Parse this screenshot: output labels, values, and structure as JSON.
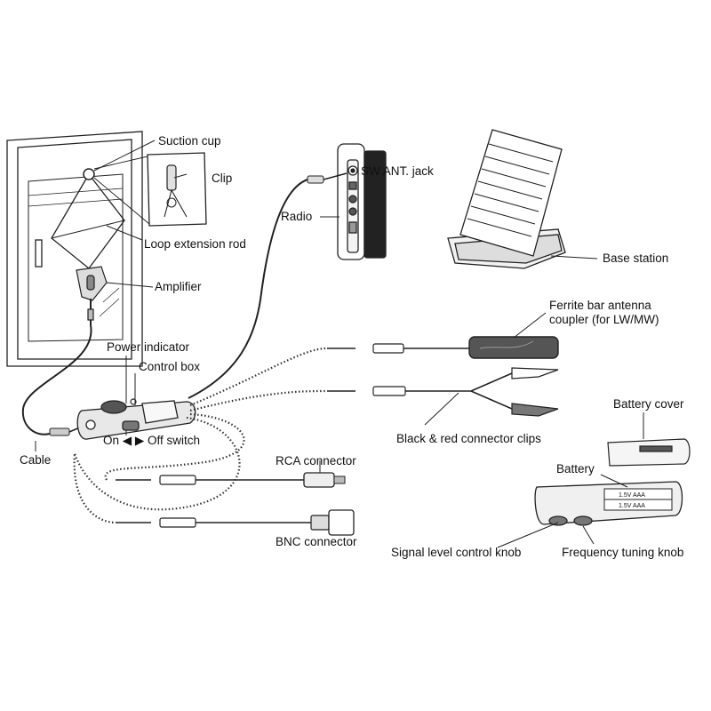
{
  "labels": {
    "suction_cup": "Suction cup",
    "clip": "Clip",
    "loop_extension_rod": "Loop extension rod",
    "amplifier": "Amplifier",
    "power_indicator": "Power indicator",
    "control_box": "Control box",
    "on_off_switch": "On ◀ ▶ Off switch",
    "cable": "Cable",
    "sw_ant_jack": "SW ANT. jack",
    "radio": "Radio",
    "base_station": "Base station",
    "ferrite_bar": "Ferrite bar antenna\ncoupler (for LW/MW)",
    "connector_clips": "Black & red connector clips",
    "battery_cover": "Battery cover",
    "battery": "Battery",
    "rca_connector": "RCA connector",
    "bnc_connector": "BNC connector",
    "signal_level_knob": "Signal level control knob",
    "frequency_tuning_knob": "Frequency tuning knob"
  },
  "battery_markings": {
    "cell_1": "1.5V  AAA",
    "cell_2": "1.5V  AAA"
  }
}
